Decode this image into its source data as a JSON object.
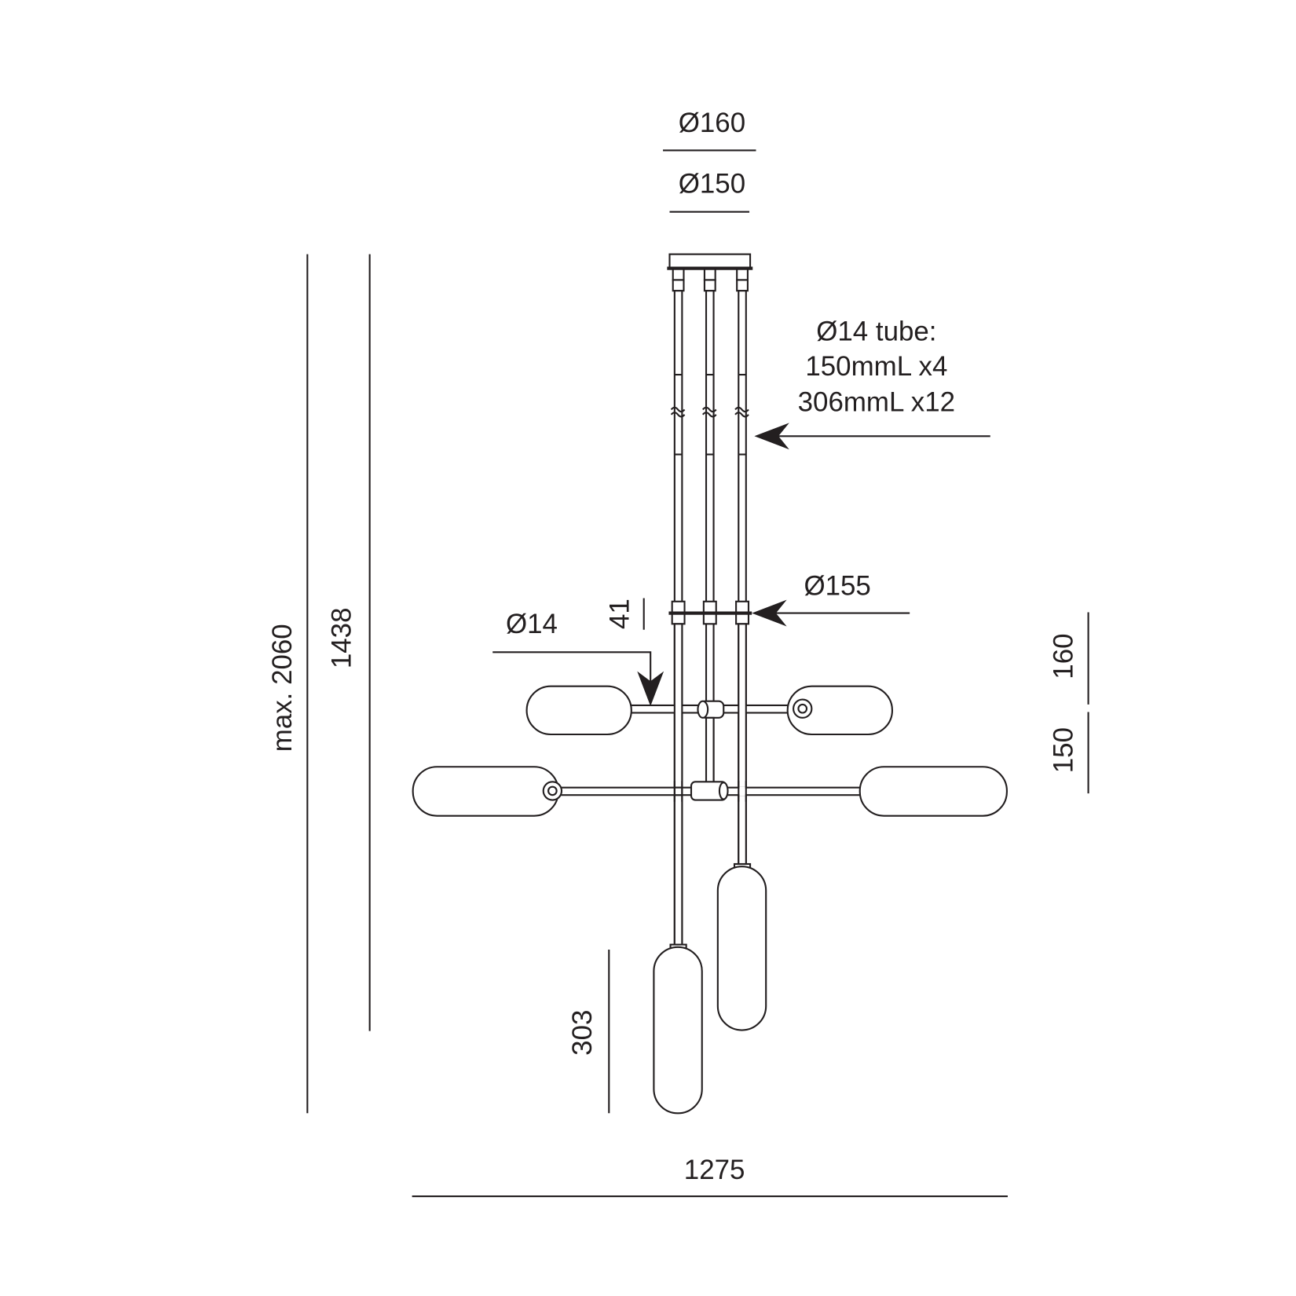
{
  "drawing": {
    "canopy_outer_diameter": "Ø160",
    "canopy_inner_diameter": "Ø150",
    "tube_note": [
      "Ø14 tube:",
      "150mmL x4",
      "306mmL x12"
    ],
    "ring_diameter": "Ø155",
    "ring_height": "41",
    "arm_diameter": "Ø14",
    "overall_height_max": "max. 2060",
    "fixture_height": "1438",
    "tier_upper_spacing": "160",
    "tier_lower_spacing": "150",
    "globe_length": "303",
    "overall_width": "1275",
    "line_color": "#231f20"
  }
}
